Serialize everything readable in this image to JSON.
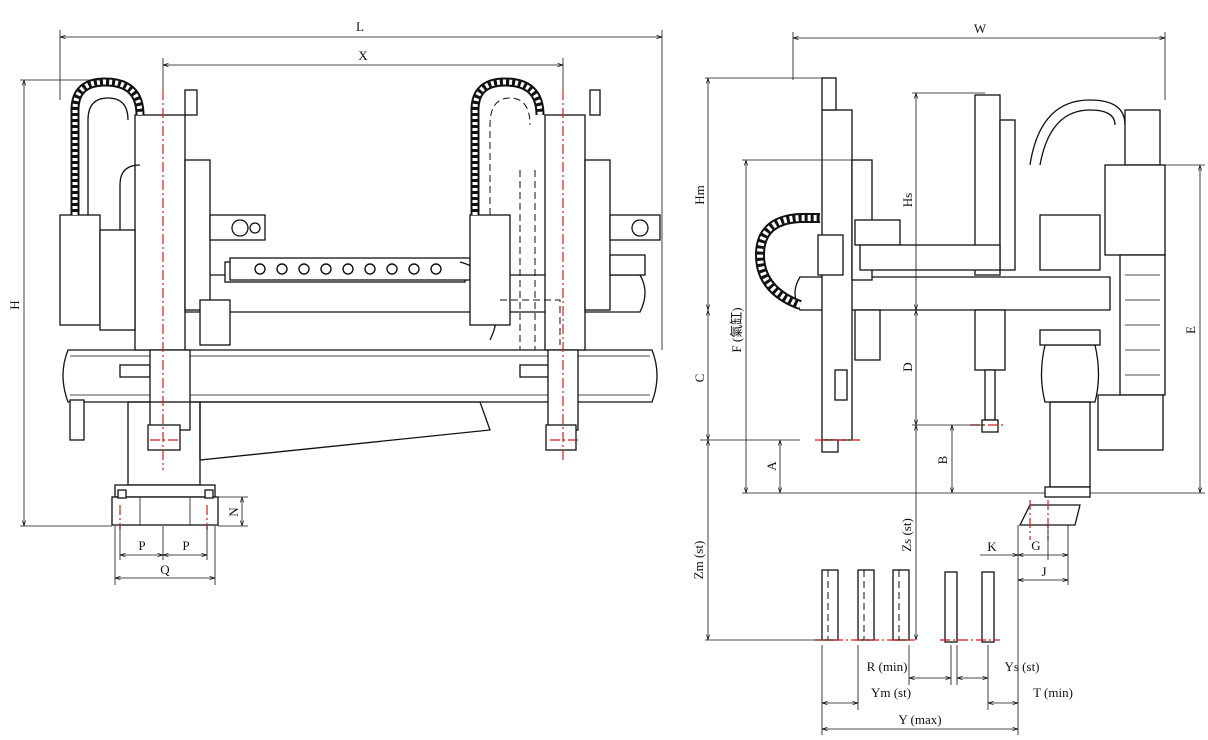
{
  "dimensions": {
    "L": "L",
    "X": "X",
    "H": "H",
    "C": "C",
    "N": "N",
    "P1": "P",
    "P2": "P",
    "Q": "Q",
    "W": "W",
    "Hm": "Hm",
    "Hs": "Hs",
    "F": "F (氣缸)",
    "D": "D",
    "E": "E",
    "A": "A",
    "B": "B",
    "Zm": "Zm (st)",
    "Zs": "Zs (st)",
    "K": "K",
    "G": "G",
    "J": "J",
    "R": "R (min)",
    "Ys": "Ys (st)",
    "Ym": "Ym (st)",
    "T": "T (min)",
    "Y": "Y (max)"
  },
  "colors": {
    "line": "#111111",
    "centerline": "#d21f1f",
    "background": "#ffffff"
  }
}
